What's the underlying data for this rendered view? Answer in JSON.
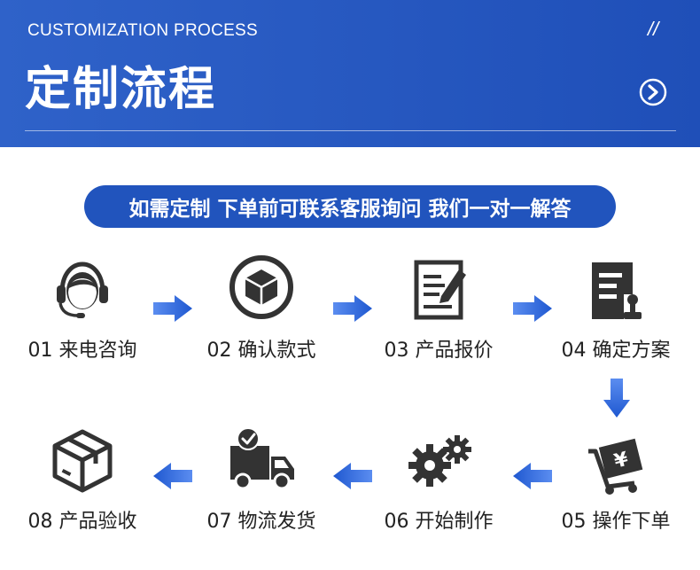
{
  "header": {
    "subtitle_en": "CUSTOMIZATION PROCESS",
    "title_cn": "定制流程",
    "decoration": "//"
  },
  "tagline": "如需定制 下单前可联系客服询问 我们一对一解答",
  "steps": [
    {
      "label": "01 来电咨询",
      "icon": "headset-agent-icon"
    },
    {
      "label": "02 确认款式",
      "icon": "box-circle-icon"
    },
    {
      "label": "03 产品报价",
      "icon": "document-edit-icon"
    },
    {
      "label": "04 确定方案",
      "icon": "document-stamp-icon"
    },
    {
      "label": "05 操作下单",
      "icon": "cart-invoice-icon"
    },
    {
      "label": "06 开始制作",
      "icon": "gears-icon"
    },
    {
      "label": "07 物流发货",
      "icon": "delivery-truck-icon"
    },
    {
      "label": "08 产品验收",
      "icon": "package-box-icon"
    }
  ],
  "colors": {
    "banner": "#2456c2",
    "accent": "#2154bd",
    "icon": "#333333",
    "arrow": "#2a63d6"
  }
}
